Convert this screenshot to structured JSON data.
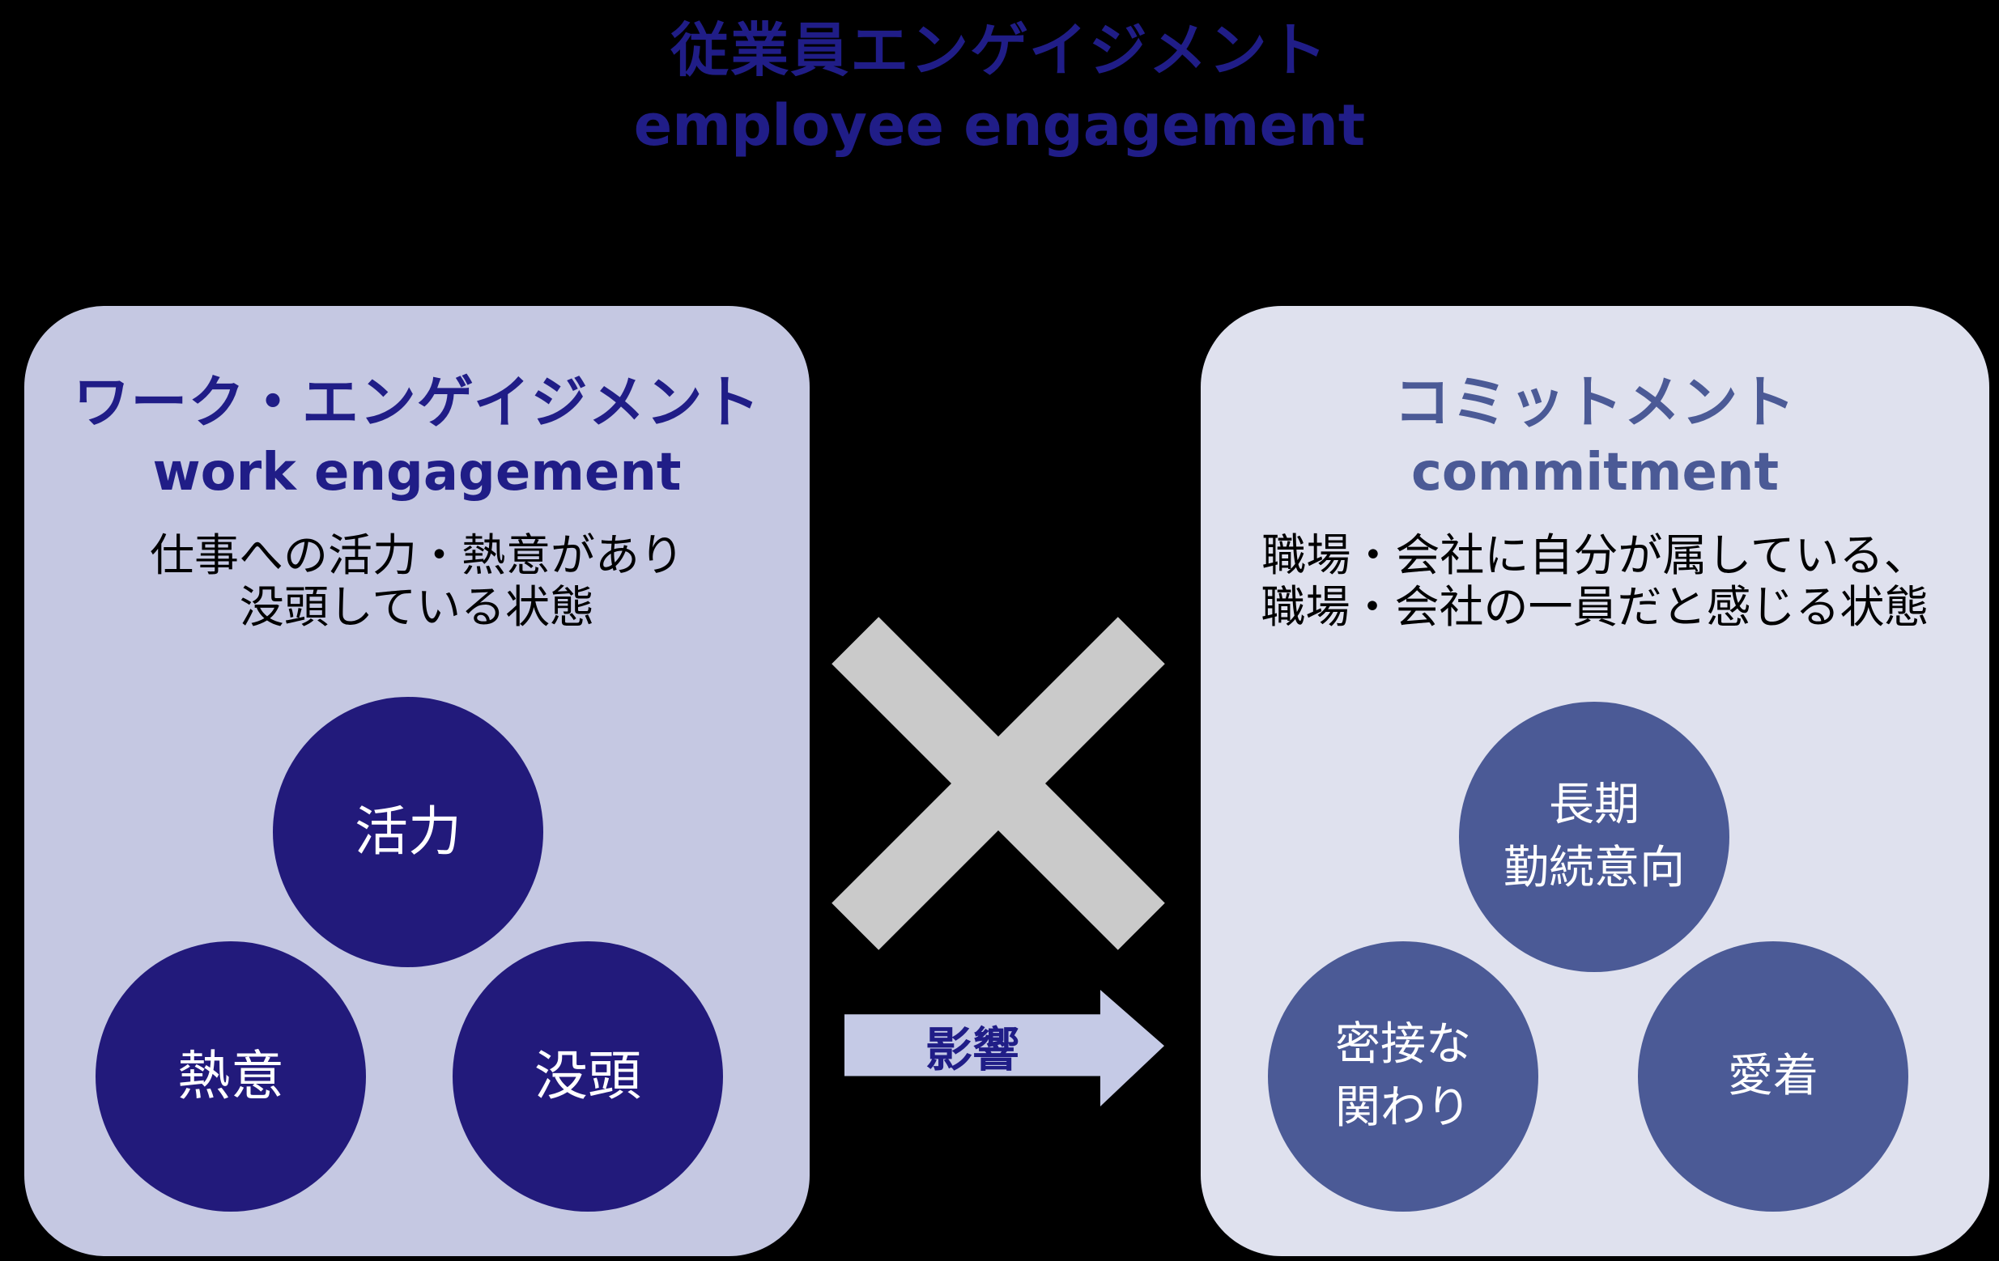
{
  "title": {
    "ja": "従業員エンゲイジメント",
    "en": "employee engagement"
  },
  "left_box": {
    "title_ja": "ワーク・エンゲイジメント",
    "title_en": "work engagement",
    "description_lines": [
      "仕事への活力・熱意があり",
      "没頭している状態"
    ],
    "circles": [
      {
        "name": "vitality",
        "label_lines": [
          "活力"
        ]
      },
      {
        "name": "enthusiasm",
        "label_lines": [
          "熱意"
        ]
      },
      {
        "name": "absorption",
        "label_lines": [
          "没頭"
        ]
      }
    ]
  },
  "right_box": {
    "title_ja": "コミットメント",
    "title_en": "commitment",
    "description_lines": [
      "職場・会社に自分が属している、",
      "職場・会社の一員だと感じる状態"
    ],
    "circles": [
      {
        "name": "long-term-retention-intention",
        "label_lines": [
          "長期",
          "勤続意向"
        ]
      },
      {
        "name": "close-involvement",
        "label_lines": [
          "密接な",
          "関わり"
        ]
      },
      {
        "name": "attachment",
        "label_lines": [
          "愛着"
        ]
      }
    ]
  },
  "connector": {
    "arrow_label": "影響"
  },
  "colors": {
    "background": "#000000",
    "navy_text": "#201d87",
    "left_box_bg": "#c5c8e2",
    "right_box_bg": "#dfe1ee",
    "left_circle_fill": "#221a7b",
    "right_circle_fill": "#4b5a96",
    "right_header_text": "#4b5a96",
    "multiply_gray": "#cacaca",
    "arrow_fill": "#c5cae6",
    "circle_text": "#ffffff",
    "description_text": "#000000"
  }
}
